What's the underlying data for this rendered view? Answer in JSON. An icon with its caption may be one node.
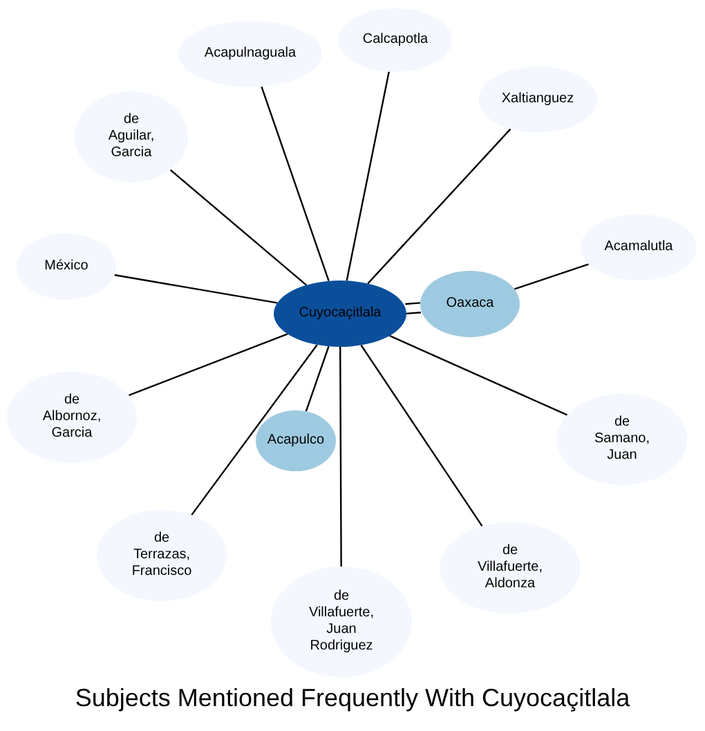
{
  "diagram": {
    "title": "Subjects Mentioned Frequently With Cuyocaçitlala",
    "nodes": [
      {
        "text": [
          "Calcapotla"
        ]
      },
      {
        "text": [
          "Acapulnaguala"
        ]
      },
      {
        "text": [
          "Xaltianguez"
        ]
      },
      {
        "text": [
          "de Aguilar, Garcia"
        ]
      },
      {
        "text": [
          "Acamalutla"
        ]
      },
      {
        "text": [
          "México"
        ]
      },
      {
        "text": [
          "Oaxaca"
        ]
      },
      {
        "text": [
          "Cuyocaçitlala"
        ]
      },
      {
        "text": [
          "de Albornoz, Garcia"
        ]
      },
      {
        "text": [
          "Acapulco"
        ]
      },
      {
        "text": [
          "de Samano, Juan"
        ]
      },
      {
        "text": [
          "de Terrazas, Francisco"
        ]
      },
      {
        "text": [
          "de Villafuerte, Aldonza"
        ]
      },
      {
        "text": [
          "de Villafuerte, Juan Rodriguez"
        ]
      }
    ],
    "edges": [
      {
        "from": 7,
        "to": 0,
        "arrow": "none"
      },
      {
        "from": 7,
        "to": 1,
        "arrow": "none"
      },
      {
        "from": 7,
        "to": 2,
        "arrow": "none"
      },
      {
        "from": 7,
        "to": 3,
        "arrow": "none"
      },
      {
        "from": 7,
        "to": 5,
        "arrow": "none"
      },
      {
        "from": 7,
        "to": 6,
        "arrow": "none"
      },
      {
        "from": 7,
        "to": 6,
        "arrow": "none"
      },
      {
        "from": 6,
        "to": 4,
        "arrow": "none"
      },
      {
        "from": 7,
        "to": 8,
        "arrow": "none"
      },
      {
        "from": 7,
        "to": 9,
        "arrow": "none"
      },
      {
        "from": 7,
        "to": 10,
        "arrow": "none"
      },
      {
        "from": 7,
        "to": 11,
        "arrow": "none"
      },
      {
        "from": 7,
        "to": 12,
        "arrow": "none"
      },
      {
        "from": 7,
        "to": 13,
        "arrow": "none"
      }
    ]
  }
}
